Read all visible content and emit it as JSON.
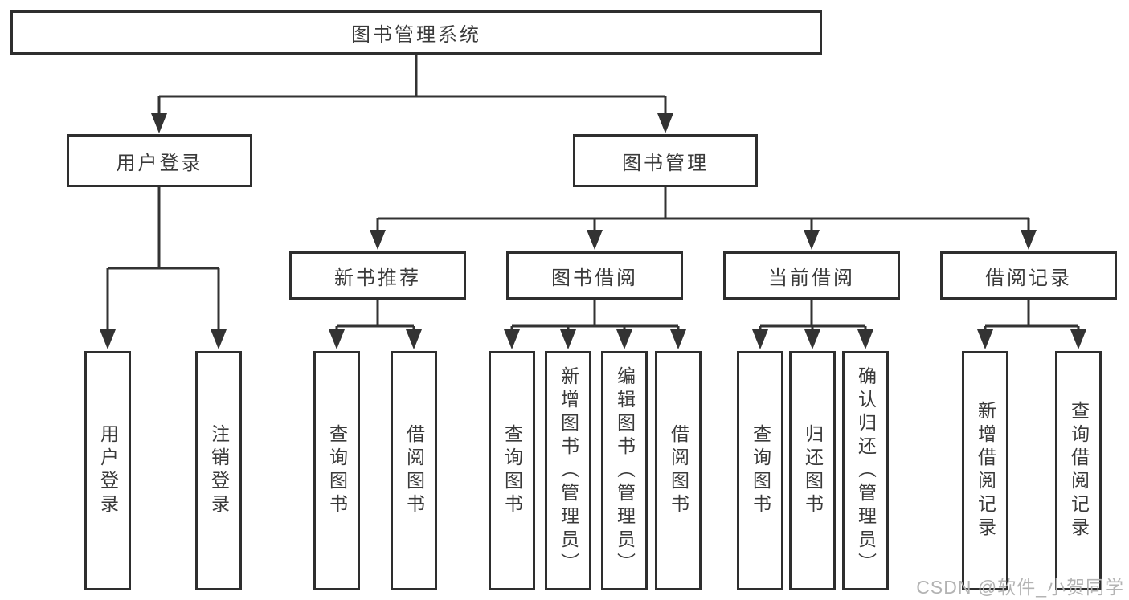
{
  "tree": {
    "root": "图书管理系统",
    "children": [
      {
        "label": "用户登录",
        "children": [
          "用户登录",
          "注销登录"
        ]
      },
      {
        "label": "图书管理",
        "children": [
          {
            "label": "新书推荐",
            "children": [
              "查询图书",
              "借阅图书"
            ]
          },
          {
            "label": "图书借阅",
            "children": [
              "查询图书",
              "新增图书（管理员）",
              "编辑图书（管理员）",
              "借阅图书"
            ]
          },
          {
            "label": "当前借阅",
            "children": [
              "查询图书",
              "归还图书",
              "确认归还（管理员）"
            ]
          },
          {
            "label": "借阅记录",
            "children": [
              "新增借阅记录",
              "查询借阅记录"
            ]
          }
        ]
      }
    ]
  },
  "watermark": {
    "text": "CSDN @软件_小贺同学"
  },
  "colors": {
    "line": "#333333",
    "box_border": "#2e2e2e",
    "text": "#3a3a3a",
    "background": "#ffffff",
    "watermark": "#b3b3b3"
  }
}
